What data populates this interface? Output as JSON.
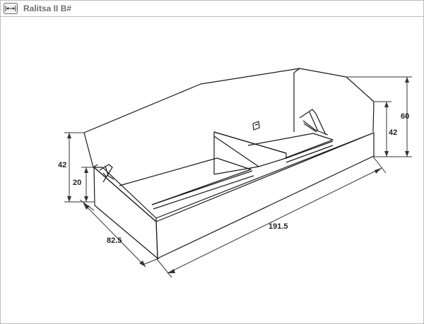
{
  "window": {
    "title": "Ralitsa II B#",
    "icon": "dimensions-arrow-icon"
  },
  "dimensions": {
    "height_headboard": "60",
    "height_side_right": "42",
    "height_side_left": "42",
    "height_box": "20",
    "depth": "82.5",
    "length": "191.5"
  },
  "colors": {
    "line": "#1a1a1a",
    "dimension_line": "#333333",
    "frame_border": "#bdbdbd",
    "title": "#6f6f6f"
  }
}
